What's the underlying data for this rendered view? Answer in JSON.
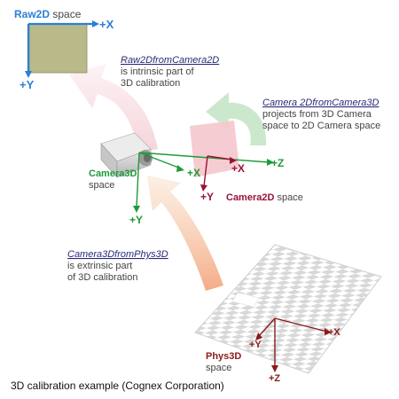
{
  "colors": {
    "blue": "#2a7fd6",
    "green": "#1e9a3a",
    "maroon": "#9b1238",
    "darkred": "#8b1a1a",
    "navy": "#2a2a7a",
    "raw_fill": "#b9b98a",
    "cam2d_fill": "#f4c9cf",
    "arrow_pink": "#f2c6cf",
    "arrow_green": "#c7e6c7",
    "arrow_orange": "#f0b294",
    "text_gray": "#444444"
  },
  "icons": {
    "camera": "camera-icon",
    "checkerboard": "checkerboard-icon"
  },
  "raw2d": {
    "title": "Raw2D",
    "title_suffix": " space",
    "axis_x": "+X",
    "axis_y": "+Y"
  },
  "raw2d_from_camera2d": {
    "name": "Raw2DfromCamera2D",
    "line1": "is intrinsic part of",
    "line2": "3D calibration"
  },
  "camera2d_from_camera3d": {
    "name": "Camera 2DfromCamera3D",
    "line1": "projects from 3D Camera",
    "line2": "space to 2D Camera space"
  },
  "camera3d": {
    "title": "Camera3D",
    "subtitle": "space",
    "axis_x": "+X",
    "axis_y": "+Y",
    "axis_z": "+Z"
  },
  "camera2d": {
    "title": "Camera2D",
    "title_suffix": " space",
    "axis_x": "+X",
    "axis_y": "+Y"
  },
  "camera3d_from_phys3d": {
    "name": "Camera3DfromPhys3D",
    "line1": "is extrinsic part",
    "line2": "of 3D calibration"
  },
  "phys3d": {
    "title": "Phys3D",
    "subtitle": "space",
    "axis_x": "+X",
    "axis_y": "+Y",
    "axis_z": "+Z"
  },
  "caption": "3D calibration example (Cognex Corporation)"
}
